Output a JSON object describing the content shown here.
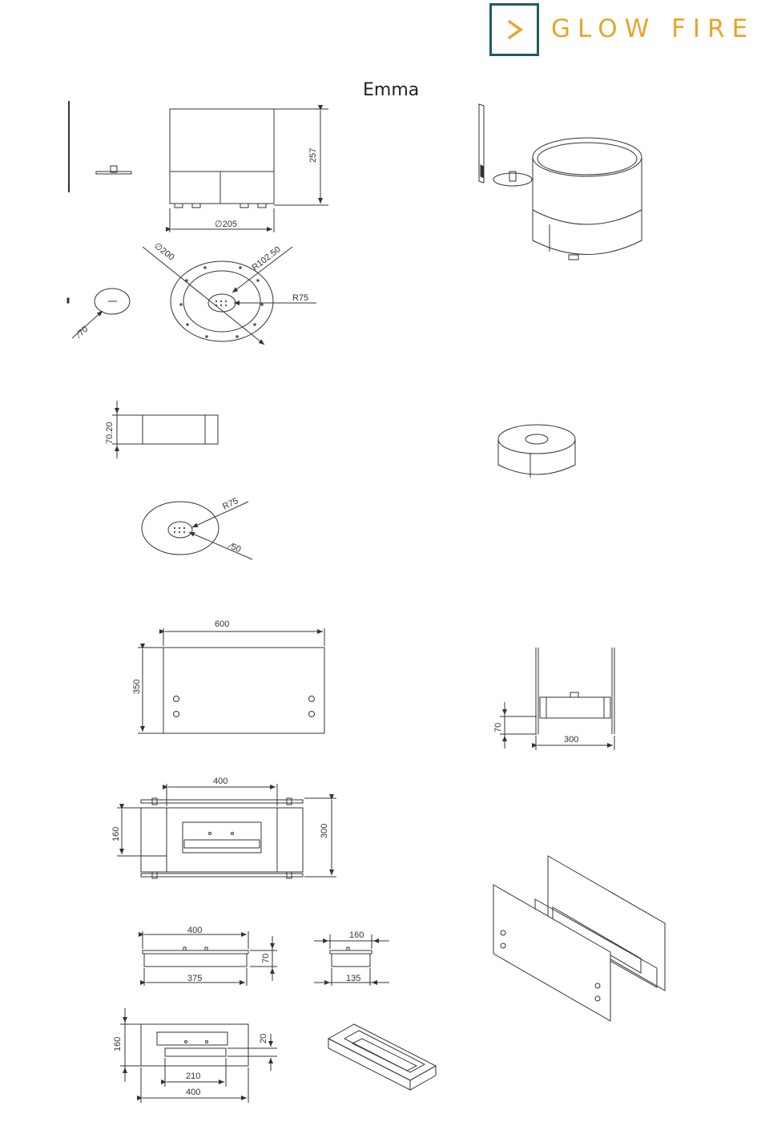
{
  "brand": {
    "name": "GLOW FIRE",
    "accent": "#e7a52b",
    "frame": "#1f5a68"
  },
  "title": "Emma",
  "dims": {
    "h257": "257",
    "d205": "∅205",
    "d200": "∅200",
    "r102": "R102.50",
    "r75a": "R75",
    "d70": "∕70",
    "h70_20": "70.20",
    "r75b": "R75",
    "d50": "∕50",
    "w600": "600",
    "h350": "350",
    "h70": "70",
    "w300": "300",
    "w400a": "400",
    "h160a": "160",
    "h300": "300",
    "w400b": "400",
    "w375": "375",
    "h70b": "70",
    "w160": "160",
    "w135": "135",
    "h160b": "160",
    "h20": "20",
    "w210": "210",
    "w400c": "400"
  },
  "icons": [
    "chevron-right-icon"
  ]
}
